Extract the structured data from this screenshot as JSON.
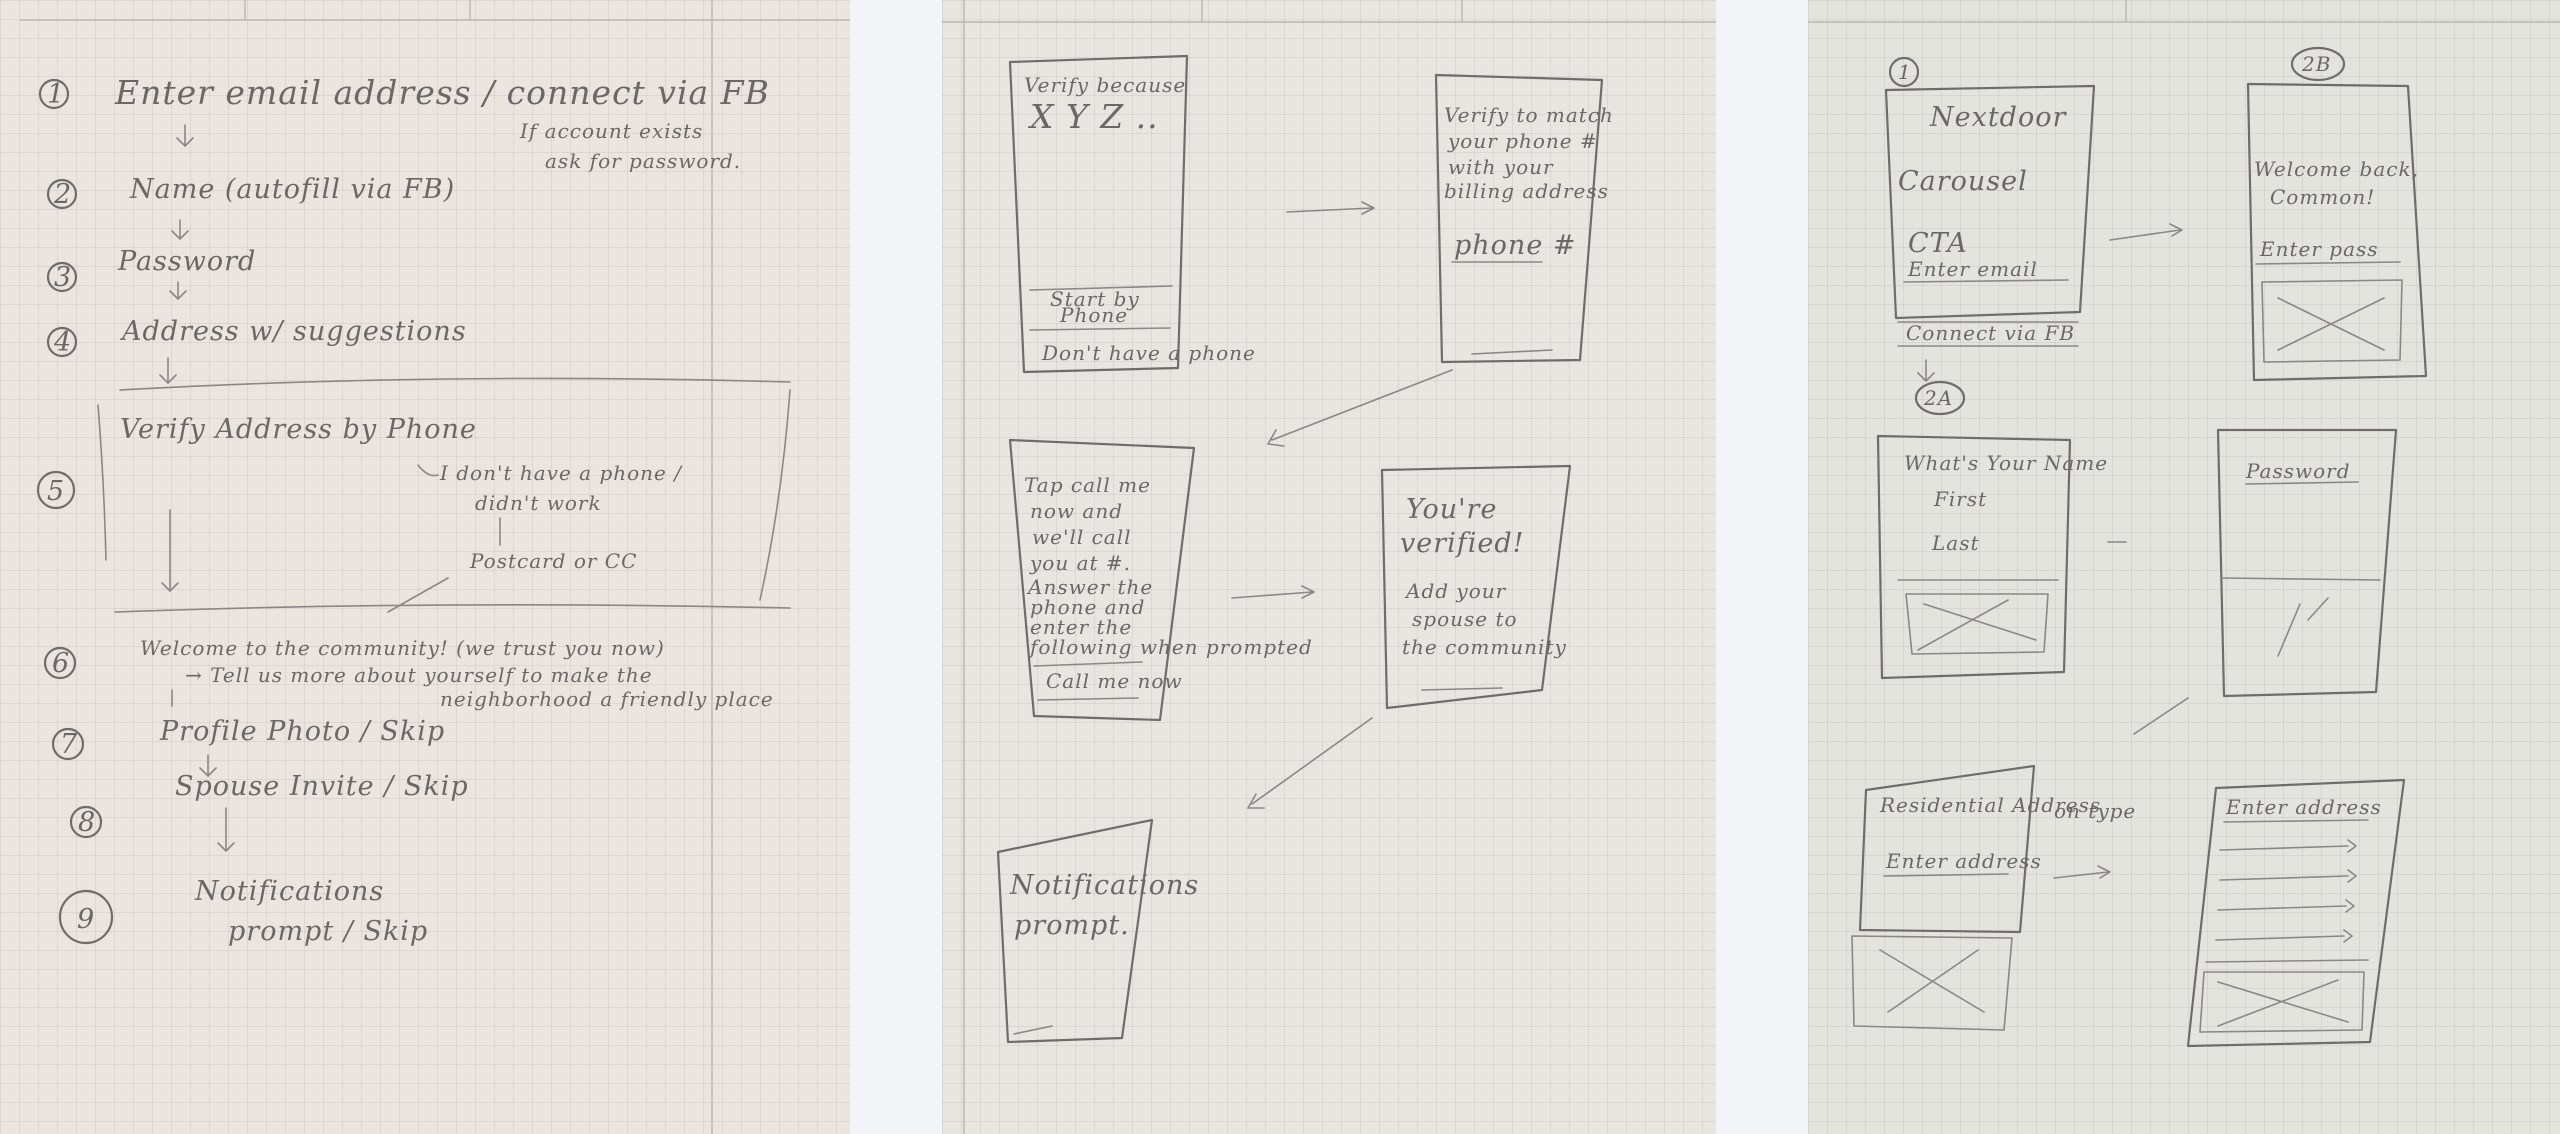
{
  "sheet1": {
    "steps": [
      {
        "num": "1",
        "text": "Enter email address / connect via FB"
      },
      {
        "num": "2",
        "text": "Name (autofill via FB)"
      },
      {
        "num": "3",
        "text": "Password"
      },
      {
        "num": "4",
        "text": "Address w/ suggestions"
      },
      {
        "num": "5",
        "text": "Verify Address by Phone"
      },
      {
        "num": "6",
        "text": "Welcome to the community! (we trust you now)"
      },
      {
        "num": "7",
        "text": "Profile Photo / Skip"
      },
      {
        "num": "8",
        "text": "Spouse Invite / Skip"
      },
      {
        "num": "9",
        "text": "Notifications"
      }
    ],
    "step1_note_line1": "If account exists",
    "step1_note_line2": "ask for password.",
    "step5_alt_line1": "I don't have a phone /",
    "step5_alt_line2": "didn't work",
    "step5_fallback": "Postcard or CC",
    "step6_sub_line1": "→ Tell us more about yourself to make the",
    "step6_sub_line2": "neighborhood a friendly place",
    "step9_line2": "prompt / Skip"
  },
  "sheet2": {
    "screen_verify_title_line1": "Verify because",
    "screen_verify_title_line2": "X Y Z ..",
    "screen_verify_button_line1": "Start by",
    "screen_verify_button_line2": "Phone",
    "screen_verify_link": "Don't have a phone",
    "screen_phone_lines": [
      "Verify to match",
      "your phone #",
      "with your",
      "billing address"
    ],
    "screen_phone_field": "phone #",
    "screen_callme_lines": [
      "Tap call me",
      "now and",
      "we'll call",
      "you at #.",
      "Answer the",
      "phone and",
      "enter the",
      "following when prompted"
    ],
    "screen_callme_button": "Call me now",
    "screen_verified_lines": [
      "You're",
      "verified!"
    ],
    "screen_verified_sub": [
      "Add your",
      "spouse to",
      "the community"
    ],
    "screen_notifications_lines": [
      "Notifications",
      "prompt."
    ]
  },
  "sheet3": {
    "label_1": "1",
    "label_2b": "2B",
    "label_2a": "2A",
    "screen1_brand": "Nextdoor",
    "screen1_carousel": "Carousel",
    "screen1_cta": "CTA",
    "screen1_email": "Enter email",
    "screen1_fb": "Connect via FB",
    "screen2b_welcome_line1": "Welcome back,",
    "screen2b_welcome_line2": "Common!",
    "screen2b_field": "Enter pass",
    "screen2a_title": "What's Your Name",
    "screen2a_first": "First",
    "screen2a_last": "Last",
    "screen_password_field": "Password",
    "screen_address_line1": "Residential Address",
    "screen_address_field": "Enter address",
    "on_type_label": "on type",
    "screen_suggest_title": "Enter address"
  }
}
